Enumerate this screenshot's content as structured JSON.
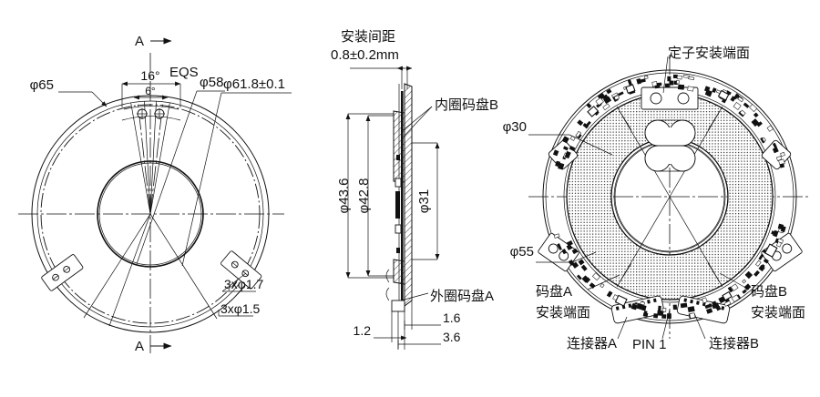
{
  "document": {
    "type": "engineering-drawing",
    "title": "",
    "views": [
      "front-view-left",
      "section-view-middle",
      "pcb-assembly-right"
    ]
  },
  "left_view": {
    "name": "front-view",
    "dimensions": {
      "outer_diameter": "φ65",
      "bolt_circle": "φ61.8±0.1",
      "inner_diameter": "φ58",
      "angle_large": "16°",
      "angle_small": "6°",
      "equal_spacing": "EQS",
      "hole_a": "3xφ1.7",
      "hole_b": "3xφ1.5"
    },
    "section_marks": {
      "top": "A",
      "bottom": "A"
    }
  },
  "middle_view": {
    "name": "section-view",
    "labels": {
      "mounting_gap_title": "安装间距",
      "mounting_gap_value": "0.8±0.2mm",
      "inner_disc": "内圈码盘B",
      "outer_disc": "外圈码盘A"
    },
    "dimensions": {
      "d1": "φ43.6",
      "d2": "φ42.8",
      "d3": "φ31",
      "t1": "1.2",
      "t2": "1.6",
      "t3": "3.6"
    }
  },
  "right_view": {
    "name": "pcb-assembly-view",
    "dimensions": {
      "inner_diameter": "φ30",
      "mid_diameter": "φ55"
    },
    "labels": {
      "stator_mounting_face": "定子安装端面",
      "disc_a_mounting_face_line1": "码盘A",
      "disc_a_mounting_face_line2": "安装端面",
      "disc_b_mounting_face_line1": "码盘B",
      "disc_b_mounting_face_line2": "安装端面",
      "connector_a": "连接器A",
      "connector_b": "连接器B",
      "pin_1": "PIN 1"
    }
  },
  "style": {
    "line_color": "#111111",
    "background": "#ffffff"
  }
}
